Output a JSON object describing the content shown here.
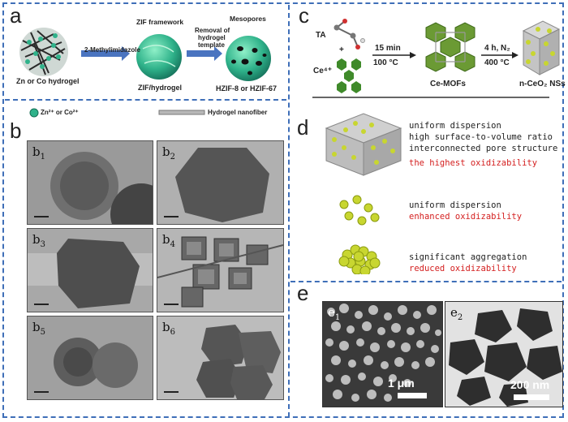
{
  "panels": {
    "a": {
      "letter": "a",
      "hydrogel_label": "Zn or Co hydrogel",
      "step1_label": "2-Methylimidazole",
      "framework_label": "ZIF framework",
      "zif_label": "ZIF/hydrogel",
      "step2_label_line1": "Removal of",
      "step2_label_line2": "hydrogel",
      "step2_label_line3": "template",
      "mesopores_label": "Mesopores",
      "hzif_label": "HZIF-8 or HZIF-67",
      "legend_ion": "Zn²⁺ or Co²⁺",
      "legend_fiber": "Hydrogel nanofiber"
    },
    "b": {
      "letter": "b",
      "images": [
        {
          "label": "b",
          "index": "1"
        },
        {
          "label": "b",
          "index": "2"
        },
        {
          "label": "b",
          "index": "3"
        },
        {
          "label": "b",
          "index": "4"
        },
        {
          "label": "b",
          "index": "5"
        },
        {
          "label": "b",
          "index": "6"
        }
      ]
    },
    "c": {
      "letter": "c",
      "ta_label": "TA",
      "ce_label": "Ce⁴⁺",
      "plus": "+",
      "step1_top": "15 min",
      "step1_bottom": "100 °C",
      "mof_label": "Ce-MOFs",
      "step2_top": "4 h, N₂",
      "step2_bottom": "400 °C",
      "product_label": "n-CeO₂ NSs"
    },
    "d": {
      "letter": "d",
      "group1": [
        "uniform dispersion",
        "high surface-to-volume ratio",
        "interconnected pore structure"
      ],
      "group1_highlight": "the highest oxidizability",
      "group2": [
        "uniform dispersion"
      ],
      "group2_highlight": "enhanced oxidizability",
      "group3": [
        "significant aggregation"
      ],
      "group3_highlight": "reduced oxidizability"
    },
    "e": {
      "letter": "e",
      "e1": {
        "label": "e",
        "index": "1",
        "scale": "1 μm"
      },
      "e2": {
        "label": "e",
        "index": "2",
        "scale": "200 nm"
      }
    }
  },
  "colors": {
    "frame": "#3f6fb8",
    "arrow": "#4a74c0",
    "sphere_green": "#2fb28a",
    "ceria_yellow": "#c8d630",
    "mof_green": "#5a8a2a",
    "highlight_red": "#d42020"
  }
}
